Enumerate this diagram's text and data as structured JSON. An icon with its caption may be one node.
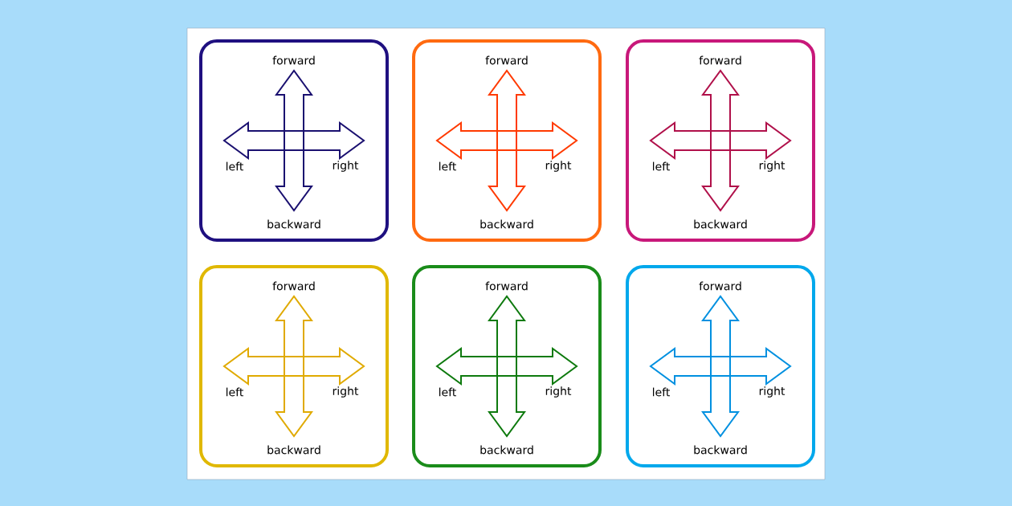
{
  "diagram": {
    "nodes": [
      {
        "text": [
          "forward",
          "left",
          "right",
          "backward"
        ]
      },
      {
        "text": [
          "forward",
          "left",
          "right",
          "backward"
        ]
      },
      {
        "text": [
          "forward",
          "left",
          "right",
          "backward"
        ]
      },
      {
        "text": [
          "forward",
          "left",
          "right",
          "backward"
        ]
      },
      {
        "text": [
          "forward",
          "left",
          "right",
          "backward"
        ]
      },
      {
        "text": [
          "forward",
          "left",
          "right",
          "backward"
        ]
      }
    ]
  }
}
